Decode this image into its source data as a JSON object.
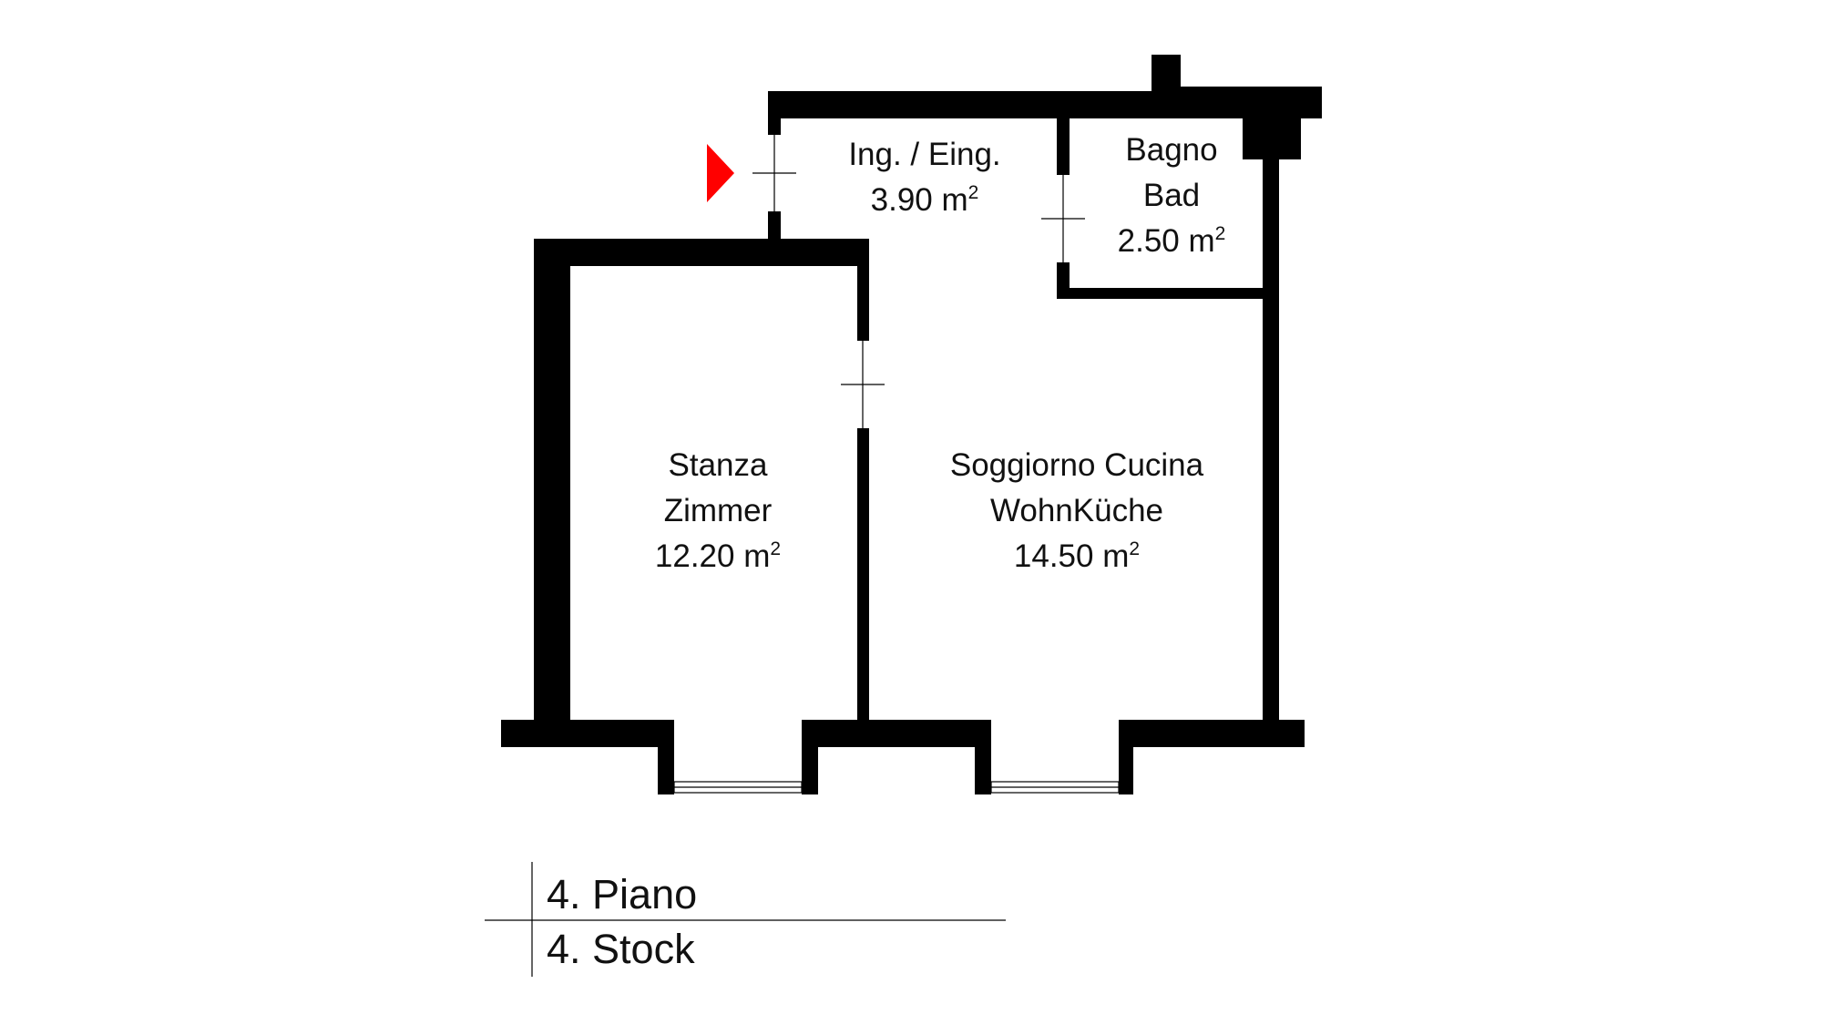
{
  "rooms": [
    {
      "id": "entrance",
      "lines": [
        "Ing. / Eing."
      ],
      "area": "3.90",
      "unit": "m",
      "unit_sup": "2"
    },
    {
      "id": "bathroom",
      "lines": [
        "Bagno",
        "Bad"
      ],
      "area": "2.50",
      "unit": "m",
      "unit_sup": "2"
    },
    {
      "id": "bedroom",
      "lines": [
        "Stanza",
        "Zimmer"
      ],
      "area": "12.20",
      "unit": "m",
      "unit_sup": "2"
    },
    {
      "id": "living-kitchen",
      "lines": [
        "Soggiorno Cucina",
        "WohnKüche"
      ],
      "area": "14.50",
      "unit": "m",
      "unit_sup": "2"
    }
  ],
  "floor": {
    "line_1": "4. Piano",
    "line_2": "4. Stock"
  },
  "colors": {
    "wall": "#000000",
    "entrance_arrow": "#ff0000",
    "background": "#ffffff"
  },
  "icons": {
    "entrance_marker": "entrance-arrow-icon"
  }
}
